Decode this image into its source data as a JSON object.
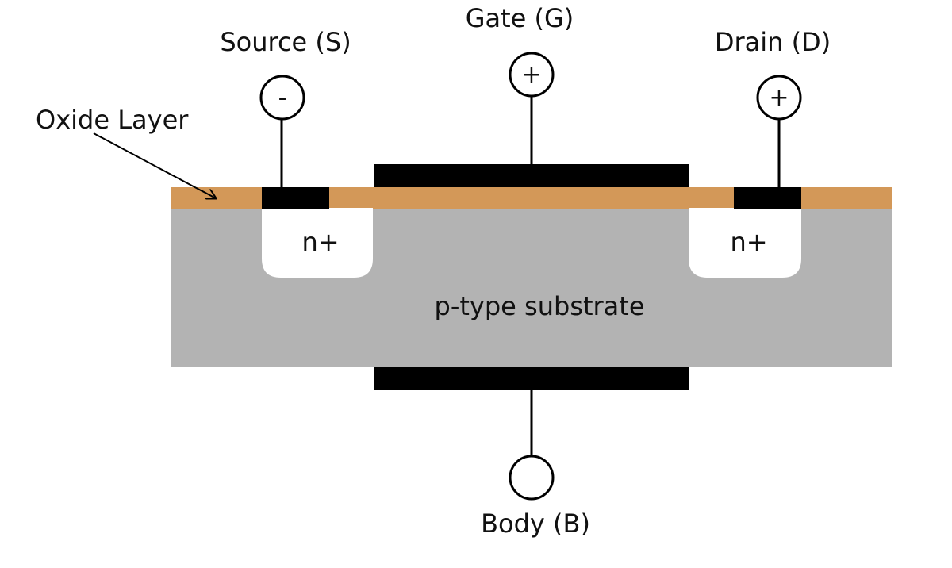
{
  "terminals": {
    "source": {
      "label": "Source (S)",
      "symbol": "-"
    },
    "gate": {
      "label": "Gate (G)",
      "symbol": "+"
    },
    "drain": {
      "label": "Drain (D)",
      "symbol": "+"
    },
    "body": {
      "label": "Body (B)",
      "symbol": ""
    }
  },
  "regions": {
    "oxide_label": "Oxide Layer",
    "source_doping": "n+",
    "drain_doping": "n+",
    "substrate": "p-type substrate"
  },
  "colors": {
    "oxide": "#d39858",
    "substrate": "#b3b3b3",
    "metal": "#000000",
    "diffusion": "#ffffff"
  }
}
